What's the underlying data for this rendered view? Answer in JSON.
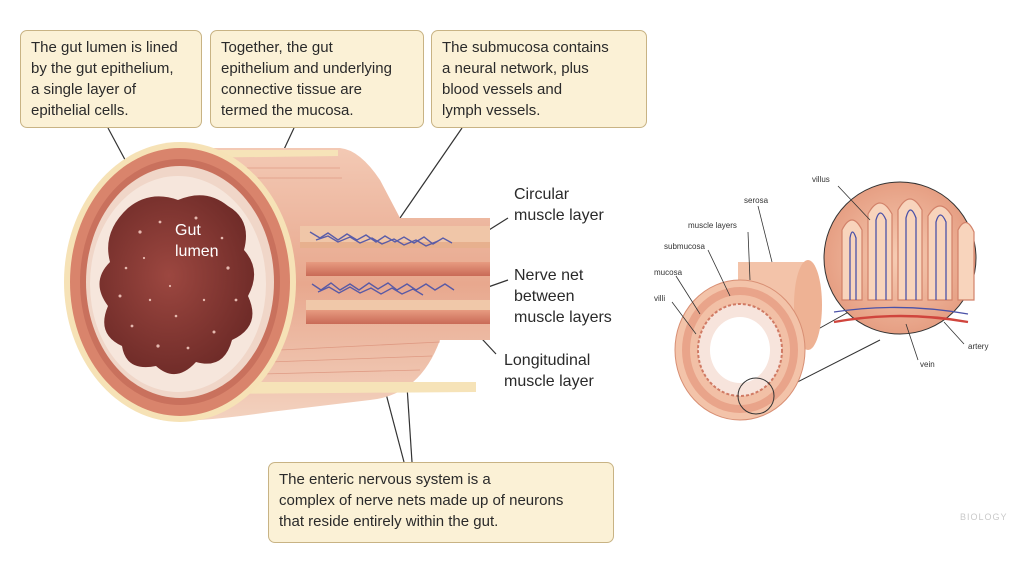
{
  "callouts": {
    "lumen_lining": "The gut lumen is lined\nby the gut epithelium,\na single layer of\nepithelial cells.",
    "mucosa": "Together, the gut\nepithelium and underlying\nconnective tissue are\ntermed the mucosa.",
    "submucosa": "The submucosa contains\na neural network, plus\nblood vessels and\nlymph vessels.",
    "enteric": "The enteric nervous system is a\ncomplex of nerve nets made up of neurons\nthat reside entirely within the gut."
  },
  "main_labels": {
    "gut_lumen": "Gut\nlumen",
    "circular_muscle": "Circular\nmuscle layer",
    "nerve_net": "Nerve net\nbetween\nmuscle layers",
    "longitudinal_muscle": "Longitudinal\nmuscle layer"
  },
  "cross_section_labels": {
    "villus": "villus",
    "serosa": "serosa",
    "muscle_layers": "muscle layers",
    "submucosa": "submucosa",
    "mucosa": "mucosa",
    "villi": "villi",
    "artery": "artery",
    "vein": "vein"
  },
  "watermark": "BIOLOGY",
  "colors": {
    "callout_fill": "#fbf1d6",
    "muscle": "#d9846c",
    "mucosa": "#b4574a",
    "nerve": "#5a5fb0",
    "lumen_dark": "#8c3b35"
  }
}
